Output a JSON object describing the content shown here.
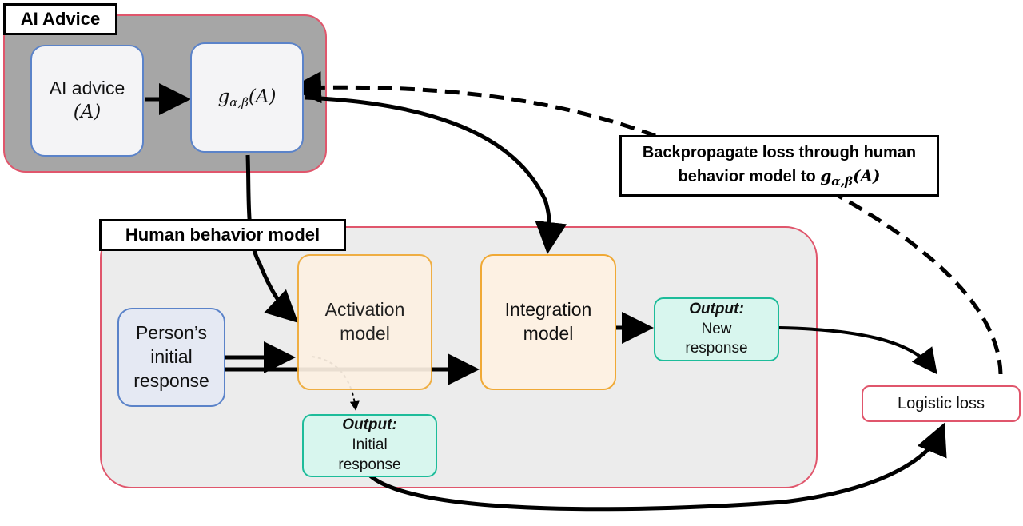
{
  "groups": {
    "ai_advice": {
      "title": "AI Advice"
    },
    "human_behavior": {
      "title": "Human behavior model"
    }
  },
  "nodes": {
    "ai_advice": {
      "line1": "AI advice",
      "line2": "(A)"
    },
    "g_function": {
      "func": "g",
      "subscript": "α,β",
      "arg": "(A)"
    },
    "initial_response": {
      "line1": "Person’s",
      "line2": "initial",
      "line3": "response"
    },
    "activation_model": {
      "line1": "Activation",
      "line2": "model"
    },
    "integration_model": {
      "line1": "Integration",
      "line2": "model"
    },
    "output_new": {
      "label": "Output:",
      "line1": "New",
      "line2": "response"
    },
    "output_initial": {
      "label": "Output:",
      "line1": "Initial",
      "line2": "response"
    },
    "logistic_loss": {
      "label": "Logistic loss"
    }
  },
  "annotation": {
    "line1": "Backpropagate loss through human",
    "line2_prefix": "behavior model to ",
    "func": "g",
    "subscript": "α,β",
    "arg": "(A)"
  },
  "colors": {
    "panel_border": "#e0566c",
    "ai_panel_fill": "#a6a6a6",
    "hb_panel_fill": "#ececec",
    "blue_border": "#5b83c9",
    "orange_border": "#f0a935",
    "teal_border": "#1dbc9a"
  }
}
